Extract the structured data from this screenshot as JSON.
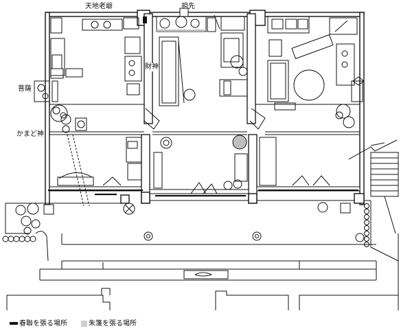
{
  "labels": {
    "tiandi": "天地老爺",
    "zuxian": "祖先",
    "caishen": "財神",
    "pusa": "菩薩",
    "kamado": "かまど神"
  },
  "legend": {
    "chunlian": "春聯を張る場所",
    "zhujian": "朱箋を張る場所"
  }
}
